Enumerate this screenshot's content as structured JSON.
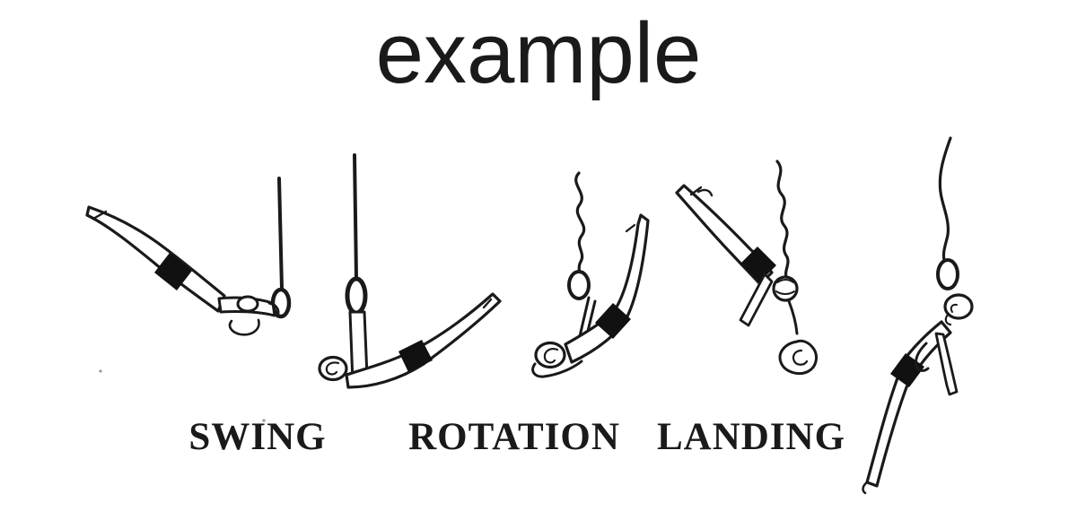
{
  "page": {
    "background": "#ffffff",
    "ink": "#1a1a1a",
    "shorts_color": "#111111"
  },
  "title": {
    "text": "example"
  },
  "phases": [
    {
      "label": "SWING"
    },
    {
      "label": "ROTATION"
    },
    {
      "label": "LANDING"
    }
  ],
  "figures": [
    {
      "name": "gymnast-swing-extended-icon"
    },
    {
      "name": "gymnast-bottom-of-swing-icon"
    },
    {
      "name": "gymnast-release-icon"
    },
    {
      "name": "gymnast-inverted-rotation-icon"
    },
    {
      "name": "gymnast-landing-descent-icon"
    }
  ]
}
